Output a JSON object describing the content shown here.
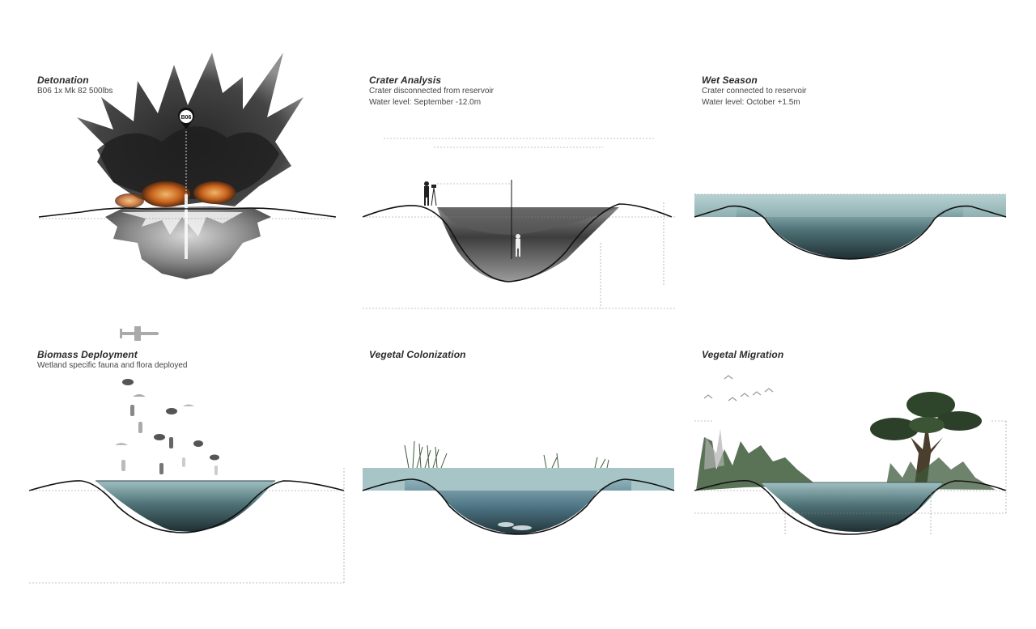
{
  "panels": [
    {
      "title": "Detonation",
      "subtitle": "B06 1x Mk 82 500lbs",
      "subtitle2": ""
    },
    {
      "title": "Crater Analysis",
      "subtitle": "Crater disconnected from reservoir",
      "subtitle2": "Water level: September -12.0m"
    },
    {
      "title": "Wet Season",
      "subtitle": "Crater connected to reservoir",
      "subtitle2": "Water level: October +1.5m"
    },
    {
      "title": "Biomass Deployment",
      "subtitle": "Wetland specific fauna and flora deployed",
      "subtitle2": ""
    },
    {
      "title": "Vegetal Colonization",
      "subtitle": "",
      "subtitle2": ""
    },
    {
      "title": "Vegetal Migration",
      "subtitle": "",
      "subtitle2": ""
    }
  ],
  "markers": {
    "bomb_label": "B06"
  },
  "colors": {
    "water_light": "#a9c7c9",
    "water_dark": "#2f4a50",
    "smoke": "#2b2b2b",
    "fire": "#c7641e",
    "ground_line": "#111111",
    "vegetation": "#2f4a2c"
  }
}
